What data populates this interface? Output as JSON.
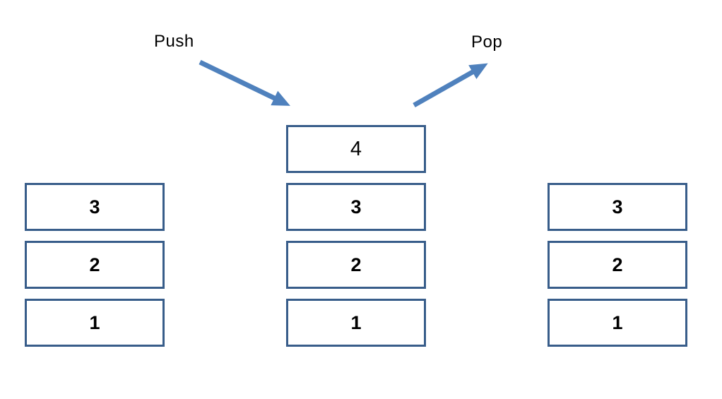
{
  "labels": {
    "push": "Push",
    "pop": "Pop"
  },
  "colors": {
    "arrow": "#4f81bd",
    "box_border": "#385d8a",
    "text": "#000000",
    "background": "#ffffff"
  },
  "stacks": {
    "left": {
      "items": [
        "3",
        "2",
        "1"
      ]
    },
    "middle": {
      "pushed_item": "4",
      "items": [
        "3",
        "2",
        "1"
      ]
    },
    "right": {
      "items": [
        "3",
        "2",
        "1"
      ]
    }
  }
}
